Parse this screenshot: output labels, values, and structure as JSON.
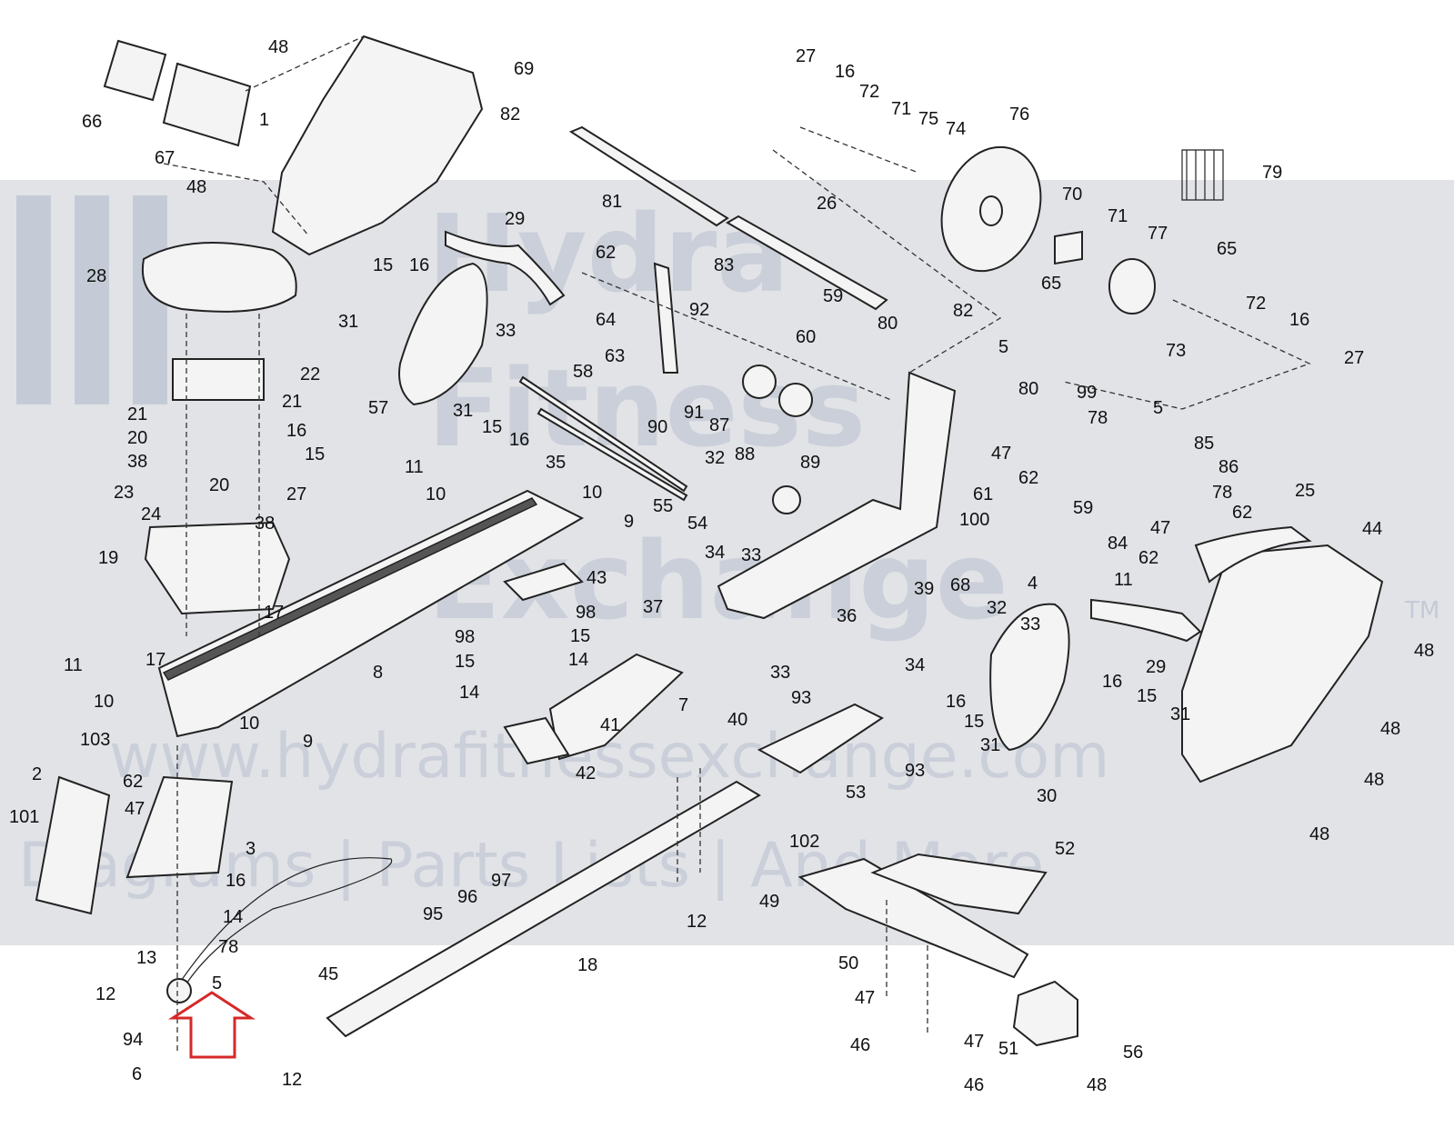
{
  "watermark": {
    "line1": "Hydra",
    "line2": "Fitness",
    "line3": "Exchange",
    "tm": "TM",
    "url": "www.hydrafitnessexchange.com",
    "tagline": "Diagrams | Parts Lists | And More"
  },
  "colors": {
    "watermark_band": "#c8ccd3",
    "highlight_arrow": "#d62828",
    "line": "#222222"
  },
  "highlight": {
    "target_part": "5",
    "icon": "up-arrow-outline"
  },
  "callouts": [
    {
      "id": "c1",
      "text": "48"
    },
    {
      "id": "c2",
      "text": "69"
    },
    {
      "id": "c3",
      "text": "66"
    },
    {
      "id": "c4",
      "text": "1"
    },
    {
      "id": "c5",
      "text": "67"
    },
    {
      "id": "c6",
      "text": "48"
    },
    {
      "id": "c7",
      "text": "28"
    },
    {
      "id": "c8",
      "text": "22"
    },
    {
      "id": "c9",
      "text": "21"
    },
    {
      "id": "c10",
      "text": "21"
    },
    {
      "id": "c11",
      "text": "20"
    },
    {
      "id": "c12",
      "text": "16"
    },
    {
      "id": "c13",
      "text": "38"
    },
    {
      "id": "c14",
      "text": "15"
    },
    {
      "id": "c15",
      "text": "23"
    },
    {
      "id": "c16",
      "text": "20"
    },
    {
      "id": "c17",
      "text": "27"
    },
    {
      "id": "c18",
      "text": "24"
    },
    {
      "id": "c19",
      "text": "38"
    },
    {
      "id": "c20",
      "text": "19"
    },
    {
      "id": "c21",
      "text": "17"
    },
    {
      "id": "c22",
      "text": "17"
    },
    {
      "id": "c23",
      "text": "11"
    },
    {
      "id": "c24",
      "text": "10"
    },
    {
      "id": "c25",
      "text": "103"
    },
    {
      "id": "c26",
      "text": "10"
    },
    {
      "id": "c27",
      "text": "9"
    },
    {
      "id": "c28",
      "text": "62"
    },
    {
      "id": "c29",
      "text": "47"
    },
    {
      "id": "c30",
      "text": "2"
    },
    {
      "id": "c31",
      "text": "3"
    },
    {
      "id": "c32",
      "text": "101"
    },
    {
      "id": "c33",
      "text": "16"
    },
    {
      "id": "c34",
      "text": "14"
    },
    {
      "id": "c35",
      "text": "78"
    },
    {
      "id": "c36",
      "text": "13"
    },
    {
      "id": "c37",
      "text": "12"
    },
    {
      "id": "c38",
      "text": "5"
    },
    {
      "id": "c39",
      "text": "45"
    },
    {
      "id": "c40",
      "text": "94"
    },
    {
      "id": "c41",
      "text": "6"
    },
    {
      "id": "c42",
      "text": "12"
    },
    {
      "id": "c43",
      "text": "18"
    },
    {
      "id": "c44",
      "text": "95"
    },
    {
      "id": "c45",
      "text": "96"
    },
    {
      "id": "c46",
      "text": "97"
    },
    {
      "id": "c47",
      "text": "12"
    },
    {
      "id": "c48",
      "text": "8"
    },
    {
      "id": "c49",
      "text": "31"
    },
    {
      "id": "c50",
      "text": "15"
    },
    {
      "id": "c51",
      "text": "16"
    },
    {
      "id": "c52",
      "text": "29"
    },
    {
      "id": "c53",
      "text": "57"
    },
    {
      "id": "c54",
      "text": "33"
    },
    {
      "id": "c55",
      "text": "31"
    },
    {
      "id": "c56",
      "text": "15"
    },
    {
      "id": "c57",
      "text": "16"
    },
    {
      "id": "c58",
      "text": "58"
    },
    {
      "id": "c59",
      "text": "35"
    },
    {
      "id": "c60",
      "text": "11"
    },
    {
      "id": "c61",
      "text": "10"
    },
    {
      "id": "c62",
      "text": "10"
    },
    {
      "id": "c63",
      "text": "9"
    },
    {
      "id": "c64",
      "text": "43"
    },
    {
      "id": "c65",
      "text": "98"
    },
    {
      "id": "c66",
      "text": "98"
    },
    {
      "id": "c67",
      "text": "15"
    },
    {
      "id": "c68",
      "text": "15"
    },
    {
      "id": "c69",
      "text": "14"
    },
    {
      "id": "c70",
      "text": "14"
    },
    {
      "id": "c71",
      "text": "41"
    },
    {
      "id": "c72",
      "text": "42"
    },
    {
      "id": "c73",
      "text": "7"
    },
    {
      "id": "c74",
      "text": "40"
    },
    {
      "id": "c75",
      "text": "81"
    },
    {
      "id": "c76",
      "text": "82"
    },
    {
      "id": "c77",
      "text": "62"
    },
    {
      "id": "c78",
      "text": "83"
    },
    {
      "id": "c79",
      "text": "64"
    },
    {
      "id": "c80",
      "text": "63"
    },
    {
      "id": "c81",
      "text": "90"
    },
    {
      "id": "c82",
      "text": "91"
    },
    {
      "id": "c83",
      "text": "92"
    },
    {
      "id": "c84",
      "text": "60"
    },
    {
      "id": "c85",
      "text": "87"
    },
    {
      "id": "c86",
      "text": "88"
    },
    {
      "id": "c87",
      "text": "89"
    },
    {
      "id": "c88",
      "text": "32"
    },
    {
      "id": "c89",
      "text": "55"
    },
    {
      "id": "c90",
      "text": "54"
    },
    {
      "id": "c91",
      "text": "34"
    },
    {
      "id": "c92",
      "text": "33"
    },
    {
      "id": "c93",
      "text": "37"
    },
    {
      "id": "c94",
      "text": "36"
    },
    {
      "id": "c95",
      "text": "33"
    },
    {
      "id": "c96",
      "text": "93"
    },
    {
      "id": "c97",
      "text": "34"
    },
    {
      "id": "c98",
      "text": "53"
    },
    {
      "id": "c99",
      "text": "102"
    },
    {
      "id": "c100",
      "text": "93"
    },
    {
      "id": "c101",
      "text": "27"
    },
    {
      "id": "c102",
      "text": "16"
    },
    {
      "id": "c103",
      "text": "72"
    },
    {
      "id": "c104",
      "text": "71"
    },
    {
      "id": "c105",
      "text": "75"
    },
    {
      "id": "c106",
      "text": "74"
    },
    {
      "id": "c107",
      "text": "76"
    },
    {
      "id": "c108",
      "text": "79"
    },
    {
      "id": "c109",
      "text": "26"
    },
    {
      "id": "c110",
      "text": "70"
    },
    {
      "id": "c111",
      "text": "71"
    },
    {
      "id": "c112",
      "text": "77"
    },
    {
      "id": "c113",
      "text": "65"
    },
    {
      "id": "c114",
      "text": "65"
    },
    {
      "id": "c115",
      "text": "72"
    },
    {
      "id": "c116",
      "text": "16"
    },
    {
      "id": "c117",
      "text": "73"
    },
    {
      "id": "c118",
      "text": "27"
    },
    {
      "id": "c119",
      "text": "59"
    },
    {
      "id": "c120",
      "text": "80"
    },
    {
      "id": "c121",
      "text": "82"
    },
    {
      "id": "c122",
      "text": "5"
    },
    {
      "id": "c123",
      "text": "80"
    },
    {
      "id": "c124",
      "text": "47"
    },
    {
      "id": "c125",
      "text": "62"
    },
    {
      "id": "c126",
      "text": "99"
    },
    {
      "id": "c127",
      "text": "78"
    },
    {
      "id": "c128",
      "text": "5"
    },
    {
      "id": "c129",
      "text": "85"
    },
    {
      "id": "c130",
      "text": "86"
    },
    {
      "id": "c131",
      "text": "59"
    },
    {
      "id": "c132",
      "text": "78"
    },
    {
      "id": "c133",
      "text": "62"
    },
    {
      "id": "c134",
      "text": "47"
    },
    {
      "id": "c135",
      "text": "62"
    },
    {
      "id": "c136",
      "text": "25"
    },
    {
      "id": "c137",
      "text": "61"
    },
    {
      "id": "c138",
      "text": "100"
    },
    {
      "id": "c139",
      "text": "84"
    },
    {
      "id": "c140",
      "text": "11"
    },
    {
      "id": "c141",
      "text": "4"
    },
    {
      "id": "c142",
      "text": "68"
    },
    {
      "id": "c143",
      "text": "39"
    },
    {
      "id": "c144",
      "text": "44"
    },
    {
      "id": "c145",
      "text": "48"
    },
    {
      "id": "c146",
      "text": "32"
    },
    {
      "id": "c147",
      "text": "33"
    },
    {
      "id": "c148",
      "text": "29"
    },
    {
      "id": "c149",
      "text": "16"
    },
    {
      "id": "c150",
      "text": "15"
    },
    {
      "id": "c151",
      "text": "31"
    },
    {
      "id": "c152",
      "text": "30"
    },
    {
      "id": "c153",
      "text": "16"
    },
    {
      "id": "c154",
      "text": "15"
    },
    {
      "id": "c155",
      "text": "31"
    },
    {
      "id": "c156",
      "text": "48"
    },
    {
      "id": "c157",
      "text": "48"
    },
    {
      "id": "c158",
      "text": "48"
    },
    {
      "id": "c159",
      "text": "52"
    },
    {
      "id": "c160",
      "text": "49"
    },
    {
      "id": "c161",
      "text": "50"
    },
    {
      "id": "c162",
      "text": "47"
    },
    {
      "id": "c163",
      "text": "46"
    },
    {
      "id": "c164",
      "text": "47"
    },
    {
      "id": "c165",
      "text": "46"
    },
    {
      "id": "c166",
      "text": "51"
    },
    {
      "id": "c167",
      "text": "56"
    },
    {
      "id": "c168",
      "text": "48"
    }
  ]
}
